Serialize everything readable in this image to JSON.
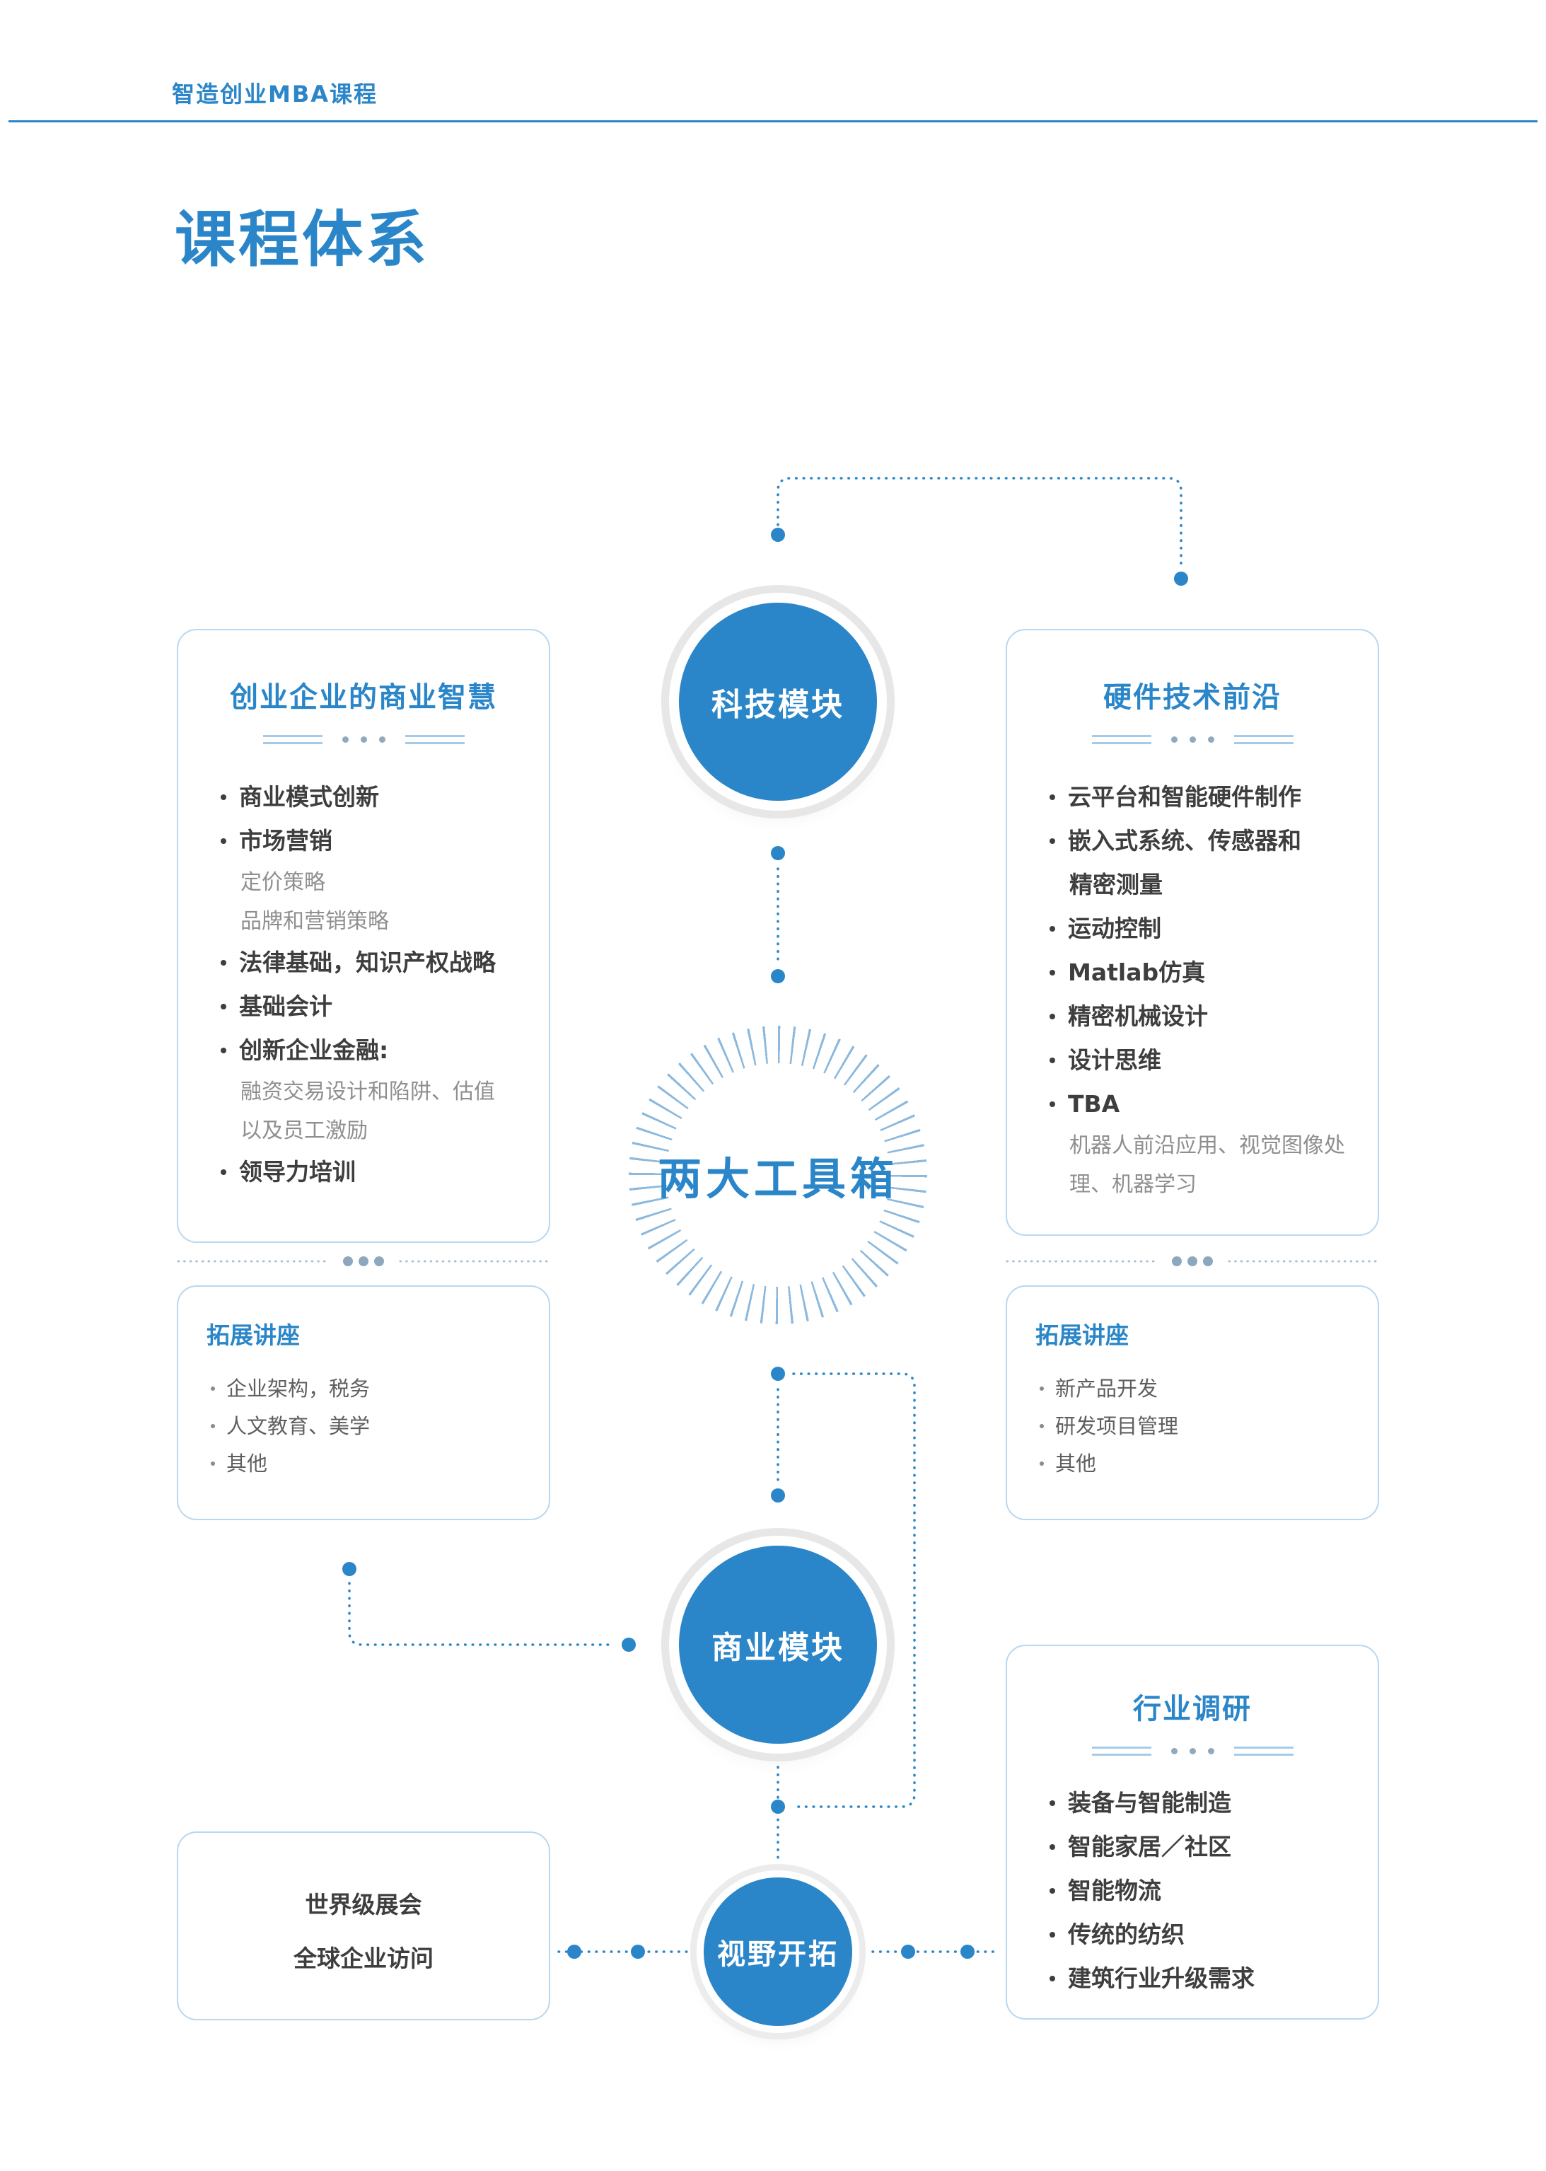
{
  "colors": {
    "accent": "#2a86c8",
    "panel_border": "#b9d7ee",
    "wire_gray": "#a9bfd2",
    "node_fill": "#2a86c8"
  },
  "header": {
    "brand": "智造创业MBA课程"
  },
  "page_title": "课程体系",
  "center": {
    "toolbox": "两大工具箱"
  },
  "nodes": {
    "tech": "科技模块",
    "business": "商业模块",
    "vision": "视野开拓"
  },
  "boxes": {
    "wisdom": {
      "title": "创业企业的商业智慧",
      "items": [
        {
          "style": "main",
          "text": "商业模式创新"
        },
        {
          "style": "main",
          "text": "市场营销"
        },
        {
          "style": "sub",
          "text": "定价策略"
        },
        {
          "style": "sub",
          "text": "品牌和营销策略"
        },
        {
          "style": "main",
          "text": "法律基础，知识产权战略"
        },
        {
          "style": "main",
          "text": "基础会计"
        },
        {
          "style": "main",
          "text": "创新企业金融:"
        },
        {
          "style": "sub",
          "text": "融资交易设计和陷阱、估值"
        },
        {
          "style": "sub",
          "text": "以及员工激励"
        },
        {
          "style": "main",
          "text": "领导力培训"
        }
      ]
    },
    "hardware": {
      "title": "硬件技术前沿",
      "items": [
        {
          "style": "main",
          "text": "云平台和智能硬件制作"
        },
        {
          "style": "main",
          "text": "嵌入式系统、传感器和"
        },
        {
          "style": "cont",
          "text": "精密测量"
        },
        {
          "style": "main",
          "text": "运动控制"
        },
        {
          "style": "main",
          "text": "Matlab仿真"
        },
        {
          "style": "main",
          "text": "精密机械设计"
        },
        {
          "style": "main",
          "text": "设计思维"
        },
        {
          "style": "main",
          "text": "TBA"
        },
        {
          "style": "sub",
          "text": "机器人前沿应用、视觉图像处"
        },
        {
          "style": "sub",
          "text": "理、机器学习"
        }
      ]
    },
    "lectures_left": {
      "title": "拓展讲座",
      "items": [
        {
          "text": "企业架构，税务"
        },
        {
          "text": "人文教育、美学"
        },
        {
          "text": "其他"
        }
      ]
    },
    "lectures_right": {
      "title": "拓展讲座",
      "items": [
        {
          "text": "新产品开发"
        },
        {
          "text": "研发项目管理"
        },
        {
          "text": "其他"
        }
      ]
    },
    "industry": {
      "title": "行业调研",
      "items": [
        {
          "text": "装备与智能制造"
        },
        {
          "text": "智能家居／社区"
        },
        {
          "text": "智能物流"
        },
        {
          "text": "传统的纺织"
        },
        {
          "text": "建筑行业升级需求"
        }
      ]
    },
    "visits": {
      "lines": [
        {
          "text": "世界级展会"
        },
        {
          "text": "全球企业访问"
        }
      ]
    }
  }
}
